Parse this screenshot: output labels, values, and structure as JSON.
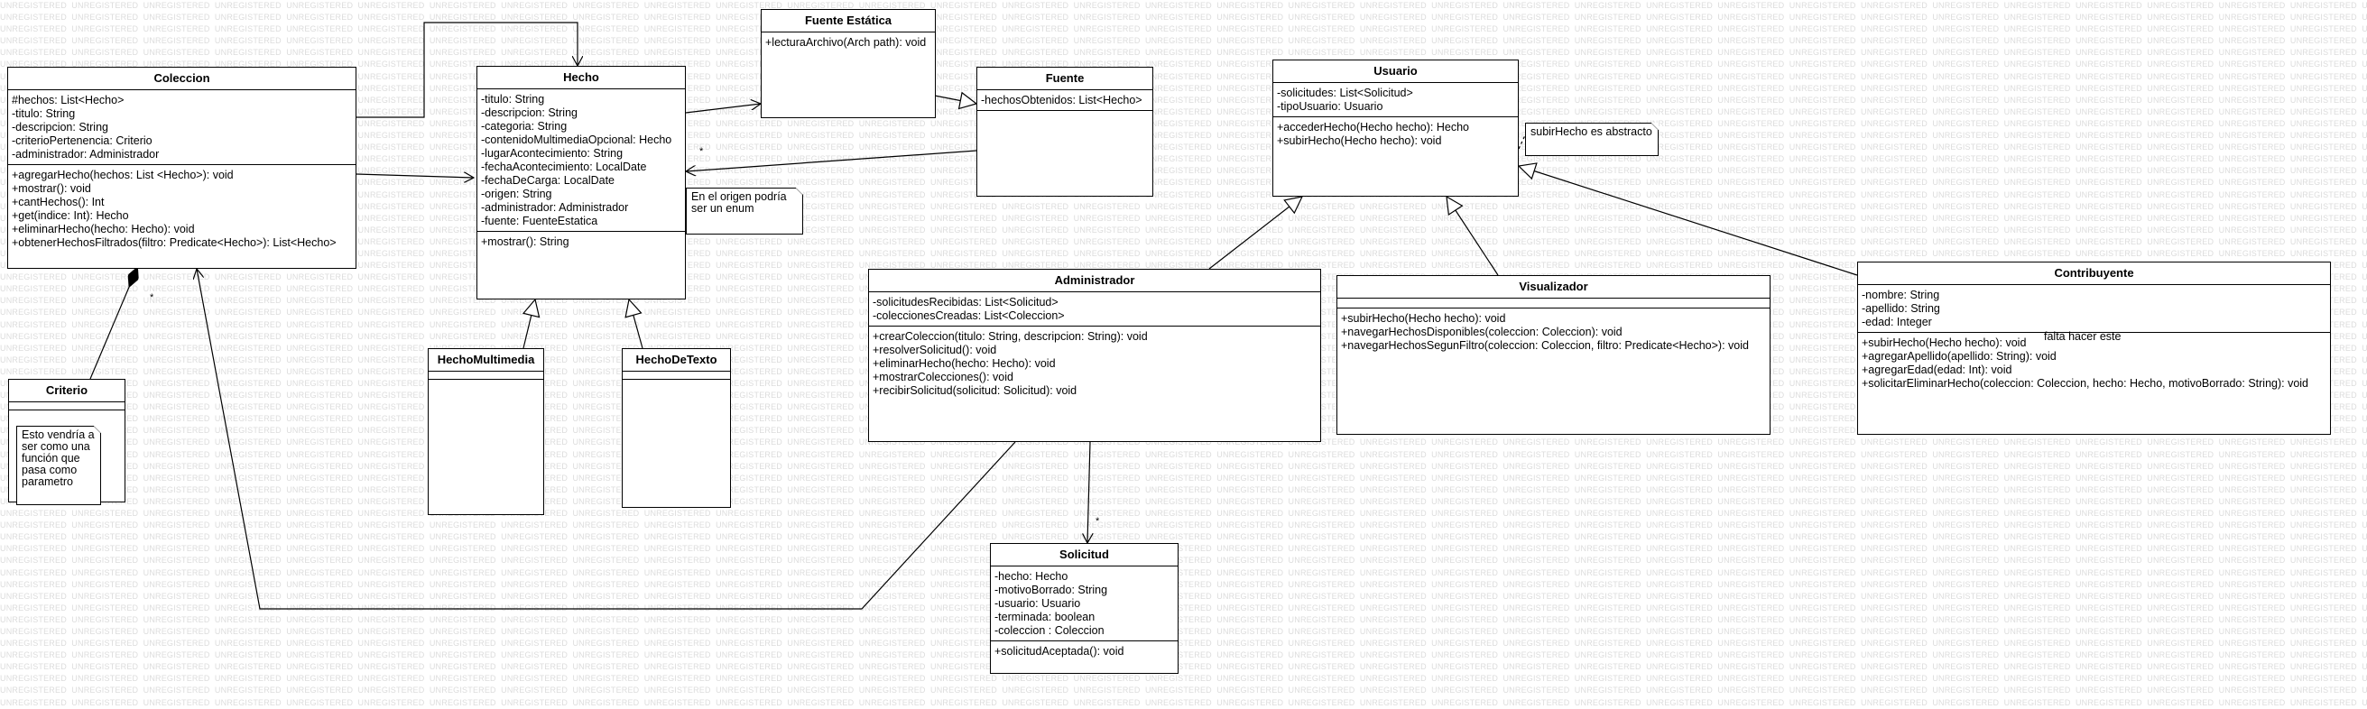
{
  "watermark_text": "UNREGISTERED",
  "classes": {
    "coleccion": {
      "title": "Coleccion",
      "attributes": [
        "#hechos: List<Hecho>",
        "-titulo: String",
        "-descripcion: String",
        "-criterioPertenencia: Criterio",
        "-administrador: Administrador"
      ],
      "operations": [
        "+agregarHecho(hechos: List <Hecho>): void",
        "+mostrar(): void",
        "+cantHechos(): Int",
        "+get(indice: Int): Hecho",
        "+eliminarHecho(hecho: Hecho): void",
        "+obtenerHechosFiltrados(filtro: Predicate<Hecho>): List<Hecho>"
      ]
    },
    "hecho": {
      "title": "Hecho",
      "attributes": [
        "-titulo: String",
        "-descripcion: String",
        "-categoria: String",
        "-contenidoMultimediaOpcional: Hecho",
        "-lugarAcontecimiento: String",
        "-fechaAcontecimiento: LocalDate",
        "-fechaDeCarga: LocalDate",
        "-origen: String",
        "-administrador: Administrador",
        "-fuente: FuenteEstatica"
      ],
      "operations": [
        "+mostrar(): String"
      ]
    },
    "fuente_estatica": {
      "title": "Fuente Estática",
      "attributes": [],
      "operations": [
        "+lecturaArchivo(Arch path): void"
      ]
    },
    "fuente": {
      "title": "Fuente",
      "attributes": [
        "-hechosObtenidos: List<Hecho>"
      ],
      "operations": []
    },
    "usuario": {
      "title": "Usuario",
      "attributes": [
        "-solicitudes: List<Solicitud>",
        "-tipoUsuario: Usuario"
      ],
      "operations": [
        "+accederHecho(Hecho hecho): Hecho",
        "+subirHecho(Hecho hecho): void"
      ]
    },
    "administrador": {
      "title": "Administrador",
      "attributes": [
        "-solicitudesRecibidas: List<Solicitud>",
        "-coleccionesCreadas: List<Coleccion>"
      ],
      "operations": [
        "+crearColeccion(titulo: String, descripcion: String): void",
        "+resolverSolicitud(): void",
        "+eliminarHecho(hecho: Hecho): void",
        "+mostrarColecciones(): void",
        "+recibirSolicitud(solicitud: Solicitud): void"
      ]
    },
    "visualizador": {
      "title": "Visualizador",
      "attributes": [],
      "operations": [
        "+subirHecho(Hecho hecho): void",
        "+navegarHechosDisponibles(coleccion: Coleccion): void",
        "+navegarHechosSegunFiltro(coleccion: Coleccion, filtro: Predicate<Hecho>): void"
      ]
    },
    "contribuyente": {
      "title": "Contribuyente",
      "attributes": [
        "-nombre: String",
        "-apellido: String",
        "-edad: Integer"
      ],
      "operations": [
        "+subirHecho(Hecho hecho): void",
        "+agregarApellido(apellido: String): void",
        "+agregarEdad(edad: Int): void",
        "+solicitarEliminarHecho(coleccion: Coleccion, hecho: Hecho, motivoBorrado: String): void"
      ]
    },
    "hecho_multimedia": {
      "title": "HechoMultimedia",
      "attributes": [],
      "operations": []
    },
    "hecho_de_texto": {
      "title": "HechoDeTexto",
      "attributes": [],
      "operations": []
    },
    "criterio": {
      "title": "Criterio",
      "attributes": [],
      "operations": []
    },
    "solicitud": {
      "title": "Solicitud",
      "attributes": [
        "-hecho: Hecho",
        "-motivoBorrado: String",
        "-usuario: Usuario",
        "-terminada: boolean",
        "-coleccion : Coleccion"
      ],
      "operations": [
        "+solicitudAceptada(): void"
      ]
    }
  },
  "notes": {
    "origen_enum": "En el origen podría ser un enum",
    "subir_hecho_abstracto": "subirHecho es abstracto",
    "criterio_funcion": "Esto vendría a ser como una función que pasa como parametro"
  },
  "free_text": {
    "falta_hacer": "falta hacer este"
  },
  "multiplicities": {
    "hecho_fuente": "*",
    "coleccion_criterio": "*",
    "admin_solicitud": "*"
  }
}
